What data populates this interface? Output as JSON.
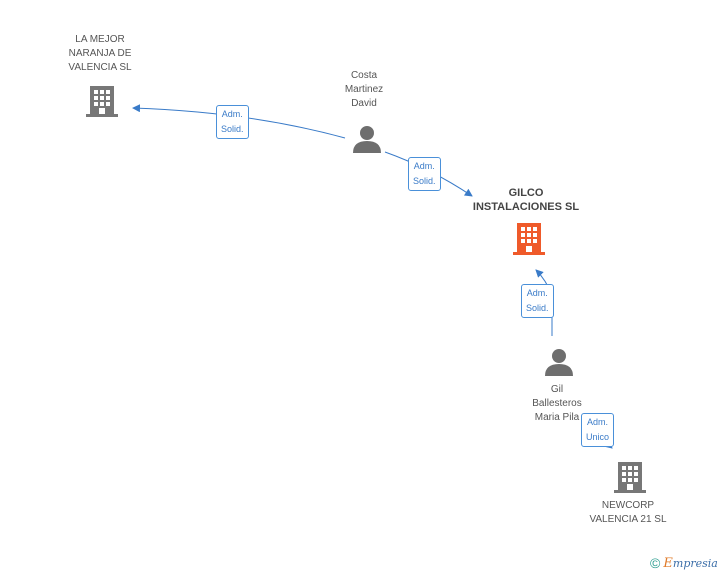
{
  "colors": {
    "edge": "#3a7bc8",
    "company": "#777777",
    "company_main": "#ef5a2a",
    "person": "#6e6e6e"
  },
  "nodes": {
    "la_mejor": {
      "label": "LA MEJOR\nNARANJA DE\nVALENCIA SL",
      "icon": "building-icon"
    },
    "costa": {
      "label": "Costa\nMartinez\nDavid",
      "icon": "person-icon"
    },
    "gilco": {
      "label": "GILCO\nINSTALACIONES SL",
      "icon": "building-icon"
    },
    "gil": {
      "label": "Gil\nBallesteros\nMaria Pila",
      "icon": "person-icon"
    },
    "newcorp": {
      "label": "NEWCORP\nVALENCIA 21 SL",
      "icon": "building-icon"
    }
  },
  "edges": {
    "costa_lamejor": "Adm.\nSolid.",
    "costa_gilco": "Adm.\nSolid.",
    "gil_gilco": "Adm.\nSolid.",
    "gil_newcorp": "Adm.\nUnico"
  },
  "footer": {
    "copyright": "©",
    "brand_initial": "E",
    "brand_rest": "mpresia"
  }
}
